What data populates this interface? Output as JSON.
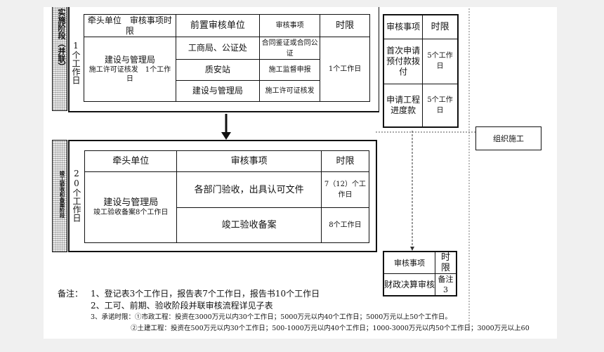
{
  "stage1": {
    "side_label": "实施阶段（并联）",
    "duration": "1个工作日",
    "table": {
      "col_lead": "牵头单位　审核事项时限",
      "col_pre_unit": "前置审核单位",
      "col_item": "审核事项",
      "col_time": "时限",
      "lead_unit": "建设与管理局",
      "lead_item": "施工许可证核发　1个工作日",
      "rows": [
        {
          "unit": "工商局、公证处",
          "item": "合同鉴证或合同公证"
        },
        {
          "unit": "质安站",
          "item": "施工监督申报"
        },
        {
          "unit": "建设与管理局",
          "item": "施工许可证核发"
        }
      ],
      "time": "1个工作日"
    }
  },
  "payment": {
    "col_item": "审核事项",
    "col_time": "时限",
    "rows": [
      {
        "item": "首次申请预付款拨付",
        "time": "5个工作日"
      },
      {
        "item": "申请工程进度款",
        "time": "5个工作日"
      }
    ]
  },
  "organize_box": "组织施工",
  "stage2": {
    "side_label": "竣工验收和备案阶段",
    "duration": "20个工作日",
    "table": {
      "col_lead": "牵头单位",
      "col_item": "审核事项",
      "col_time": "时限",
      "lead_unit": "建设与管理局",
      "lead_item": "竣工验收备案8个工作日",
      "rows": [
        {
          "item": "各部门验收，出具认可文件",
          "time": "7（12）个工作日"
        },
        {
          "item": "竣工验收备案",
          "time": "8个工作日"
        }
      ]
    }
  },
  "final": {
    "col_item": "审核事项",
    "col_time": "时限",
    "label": "财政决算审核",
    "time": "备注3"
  },
  "notes": {
    "title": "备注：",
    "line1": "1、登记表3个工作日，报告表7个工作日，报告书10个工作日",
    "line2": "2、工可、前期、验收阶段并联审核流程详见子表",
    "line3": "3、承诺时限：①市政工程：投资在3000万元以内30个工作日；5000万元以内40个工作日；5000万元以上50个工作日。",
    "line4": "②土建工程：投资在500万元以内30个工作日；500-1000万元以内40个工作日；1000-3000万元以内50个工作日；3000万元以上60"
  }
}
